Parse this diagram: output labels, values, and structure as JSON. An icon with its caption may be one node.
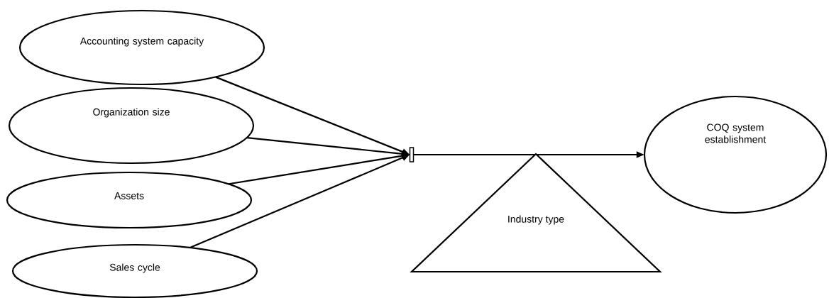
{
  "diagram": {
    "nodes": [
      {
        "text": [
          "Accounting system capacity"
        ]
      },
      {
        "text": [
          "Organization size"
        ]
      },
      {
        "text": [
          "Assets"
        ]
      },
      {
        "text": [
          "Sales cycle"
        ]
      },
      {
        "text": [],
        "shape": "bar"
      },
      {
        "text": [
          "Industry type"
        ]
      },
      {
        "text": [
          "COQ system establishment"
        ]
      }
    ],
    "edges": [
      {
        "from": 0,
        "to": 4,
        "arrow": "to"
      },
      {
        "from": 1,
        "to": 4,
        "arrow": "to"
      },
      {
        "from": 2,
        "to": 4,
        "arrow": "to"
      },
      {
        "from": 3,
        "to": 4,
        "arrow": "to"
      },
      {
        "from": 4,
        "to": 6,
        "arrow": "to"
      }
    ]
  }
}
